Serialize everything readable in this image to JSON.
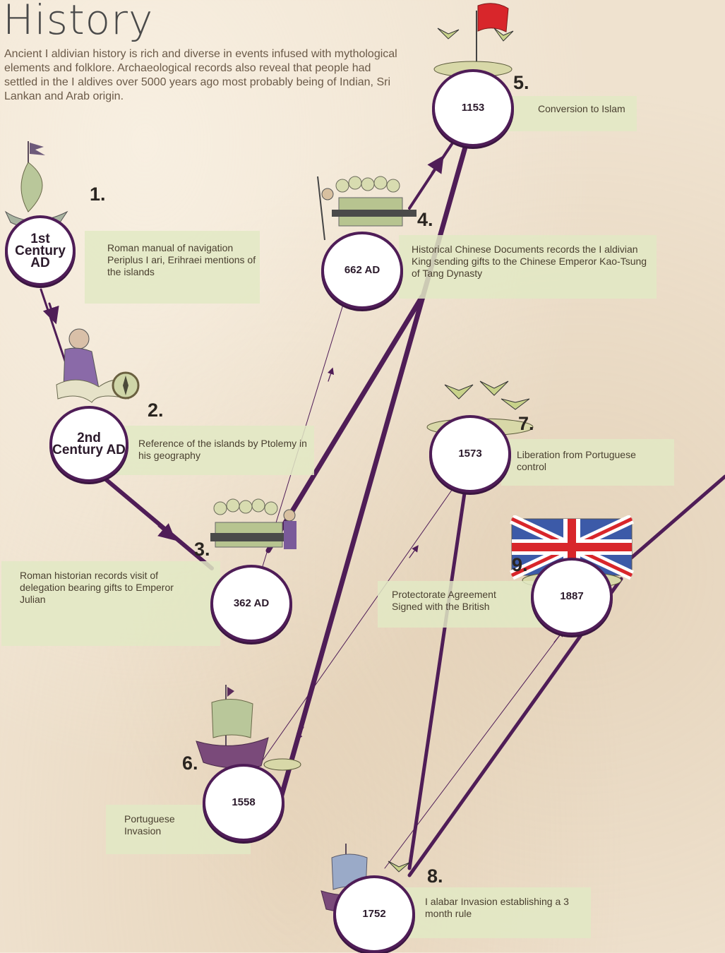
{
  "page": {
    "title": "History",
    "intro": "Ancient I aldivian history is rich and diverse in events infused with mythological elements and folklore. Archaeological records also reveal that people had settled in the I aldives over 5000 years ago most probably being of Indian, Sri Lankan and Arab origin."
  },
  "colors": {
    "line": "#4f1d57",
    "box": "#e2e9c4",
    "background": "#efe2cf"
  },
  "events": [
    {
      "number": "1.",
      "date": "1st Century AD",
      "text": "Roman manual of navigation Periplus I ari, Erihraei mentions of the islands",
      "icon": "ship-icon"
    },
    {
      "number": "2.",
      "date": "2nd Century AD",
      "text": "Reference of the islands by Ptolemy in his geography",
      "icon": "scholar-compass-icon"
    },
    {
      "number": "3.",
      "date": "362 AD",
      "text": "Roman historian records visit of delegation bearing gifts to Emperor Julian",
      "icon": "delegation-icon"
    },
    {
      "number": "4.",
      "date": "662 AD",
      "text": "Historical Chinese Documents records the I aldivian King sending gifts to the Chinese Emperor Kao-Tsung of Tang Dynasty",
      "icon": "delegation-icon"
    },
    {
      "number": "5.",
      "date": "1153",
      "text": "Conversion to Islam",
      "icon": "island-flag-icon"
    },
    {
      "number": "6.",
      "date": "1558",
      "text": "Portuguese Invasion",
      "icon": "ship-icon"
    },
    {
      "number": "7.",
      "date": "1573",
      "text": "Liberation from Portuguese control",
      "icon": "island-icon"
    },
    {
      "number": "8.",
      "date": "1752",
      "text": "I alabar Invasion establishing a 3 month rule",
      "icon": "ship-icon"
    },
    {
      "number": "9.",
      "date": "1887",
      "text": "Protectorate Agreement Signed with the British",
      "icon": "union-flag-icon"
    }
  ]
}
